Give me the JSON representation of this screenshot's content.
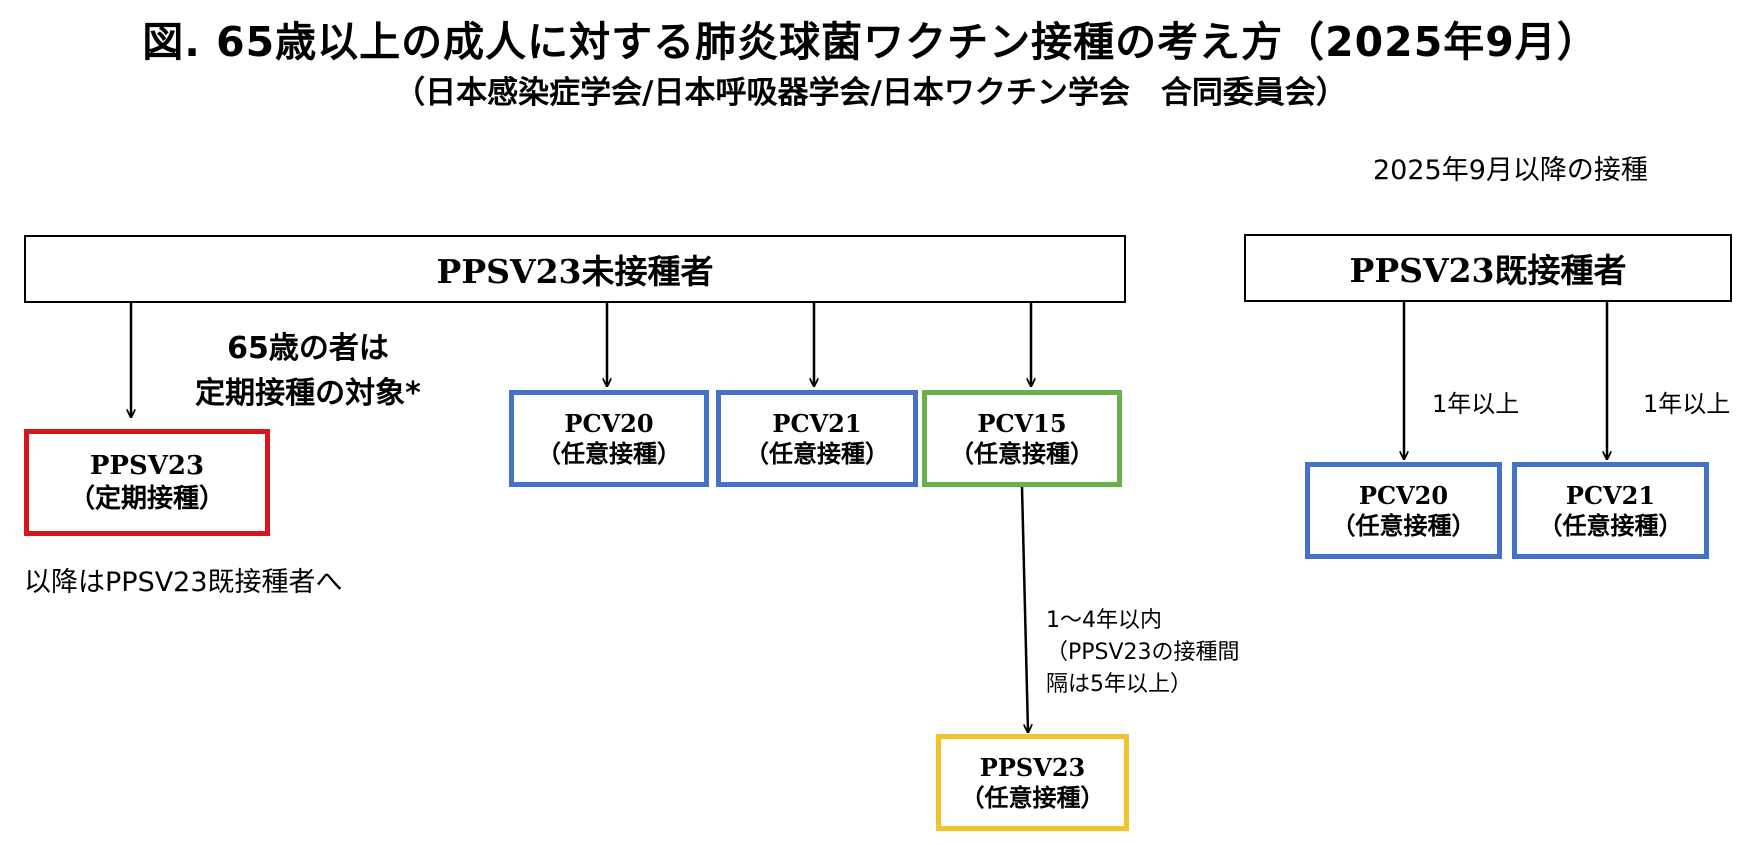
{
  "figure": {
    "title": "図. 65歳以上の成人に対する肺炎球菌ワクチン接種の考え方（2025年9月）",
    "subtitle": "（日本感染症学会/日本呼吸器学会/日本ワクチン学会　合同委員会）",
    "period_note": "2025年9月以降の接種"
  },
  "groups": {
    "unvaccinated": "PPSV23未接種者",
    "vaccinated": "PPSV23既接種者"
  },
  "routine_note": {
    "line1": "65歳の者は",
    "line2": "定期接種の対象*"
  },
  "after_routine_note": "以降はPPSV23既接種者へ",
  "vaccines": {
    "ppsv23_routine": {
      "name": "PPSV23",
      "type": "（定期接種）"
    },
    "pcv20_a": {
      "name": "PCV20",
      "type": "（任意接種）"
    },
    "pcv21_a": {
      "name": "PCV21",
      "type": "（任意接種）"
    },
    "pcv15": {
      "name": "PCV15",
      "type": "（任意接種）"
    },
    "ppsv23_voluntary": {
      "name": "PPSV23",
      "type": "（任意接種）"
    },
    "pcv20_b": {
      "name": "PCV20",
      "type": "（任意接種）"
    },
    "pcv21_b": {
      "name": "PCV21",
      "type": "（任意接種）"
    }
  },
  "intervals": {
    "pcv15_to_ppsv23": {
      "line1": "1～4年以内",
      "line2": "（PPSV23の接種間",
      "line3": "隔は5年以上）"
    },
    "to_pcv20": "1年以上",
    "to_pcv21": "1年以上"
  },
  "colors": {
    "routine": "#d9151c",
    "voluntary_pcv20_pcv21": "#4472c4",
    "voluntary_pcv15": "#6ab04c",
    "voluntary_ppsv23": "#f0c52b"
  }
}
